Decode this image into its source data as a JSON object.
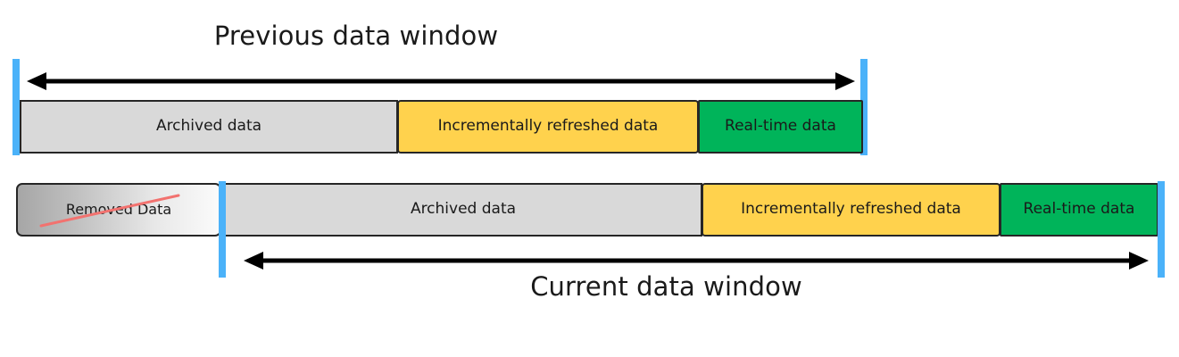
{
  "diagram": {
    "title_previous": "Previous data window",
    "title_current": "Current data window",
    "colors": {
      "boundary_marker": "#4BB2F9",
      "archived": "#D9D9D9",
      "incremental": "#FFD24D",
      "realtime": "#00B45A",
      "removed_gradient_start": "#A6A6A6",
      "removed_gradient_end": "#FBFBFB",
      "strike": "#F2726F",
      "outline": "#262626",
      "arrow": "#000000",
      "text": "#1a1a1a"
    },
    "previous_window": {
      "caption": "Previous data window",
      "arrow_name": "previous-window-span-arrow",
      "segments": [
        {
          "key": "archived",
          "label": "Archived data"
        },
        {
          "key": "incremental",
          "label": "Incrementally refreshed data"
        },
        {
          "key": "realtime",
          "label": "Real-time data"
        }
      ]
    },
    "current_window": {
      "caption": "Current data window",
      "arrow_name": "current-window-span-arrow",
      "segments": [
        {
          "key": "removed",
          "label": "Removed Data"
        },
        {
          "key": "archived",
          "label": "Archived data"
        },
        {
          "key": "incremental",
          "label": "Incrementally refreshed data"
        },
        {
          "key": "realtime",
          "label": "Real-time data"
        }
      ]
    }
  }
}
